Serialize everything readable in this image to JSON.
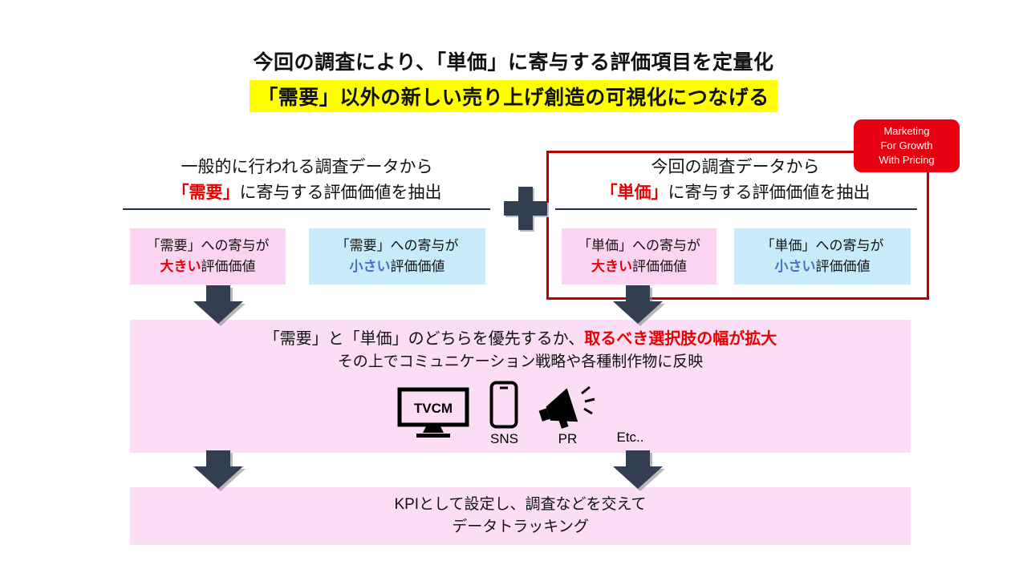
{
  "title": {
    "line1": "今回の調査により、「単価」に寄与する評価項目を定量化",
    "line2": "「需要」以外の新しい売り上げ創造の可視化につなげる"
  },
  "badge": {
    "line1": "Marketing",
    "line2": "For Growth",
    "line3": "With Pricing"
  },
  "sections": {
    "left": {
      "header_line1": "一般的に行われる調査データから",
      "header_line2_red": "「需要」",
      "header_line2_rest": "に寄与する評価価値を抽出"
    },
    "right": {
      "header_line1": "今回の調査データから",
      "header_line2_red": "「単価」",
      "header_line2_rest": "に寄与する評価価値を抽出"
    }
  },
  "boxes": [
    {
      "line1": "「需要」への寄与が",
      "emph": "大きい",
      "rest": "評価価値",
      "emph_color": "#e80000"
    },
    {
      "line1": "「需要」への寄与が",
      "emph": "小さい",
      "rest": "評価価値",
      "emph_color": "#4472c4"
    },
    {
      "line1": "「単価」への寄与が",
      "emph": "大きい",
      "rest": "評価価値",
      "emph_color": "#e80000"
    },
    {
      "line1": "「単価」への寄与が",
      "emph": "小さい",
      "rest": "評価価値",
      "emph_color": "#4472c4"
    }
  ],
  "strategy_box": {
    "line1_black": "「需要」と「単価」のどちらを優先するか、",
    "line1_red": "取るべき選択肢の幅が拡大",
    "line2": "その上でコミュニケーション戦略や各種制作物に反映",
    "icons": {
      "tv_label": "TVCM",
      "sns_label": "SNS",
      "pr_label": "PR",
      "etc_label": "Etc.."
    }
  },
  "kpi_box": {
    "line1": "KPIとして設定し、調査などを交えて",
    "line2": "データトラッキング"
  },
  "colors": {
    "pink_box": "#fad4f0",
    "blue_box": "#c8ebfa",
    "panel_pink": "#fbdef5",
    "red_text": "#e80000",
    "blue_text": "#4472c4",
    "dark_navy": "#333f50",
    "badge_red": "#e60012",
    "border_red": "#c00000",
    "highlight_yellow": "#ffff00"
  }
}
